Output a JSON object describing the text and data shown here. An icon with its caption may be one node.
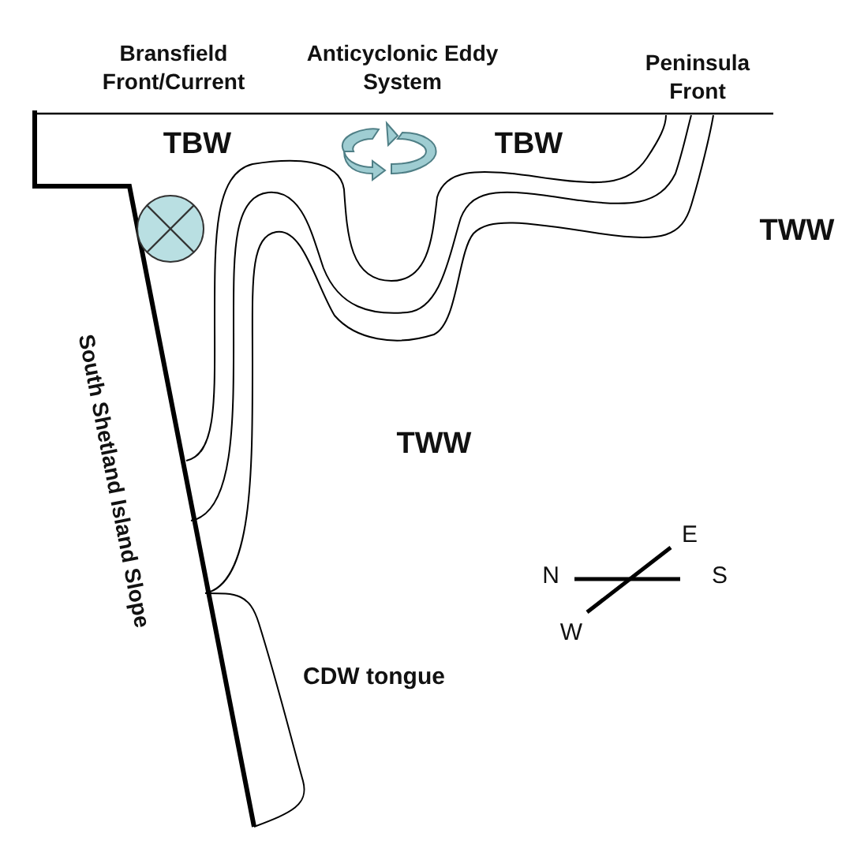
{
  "diagram": {
    "labels": [
      "Bransfield Front/Current",
      "Anticyclonic Eddy System",
      "Peninsula Front",
      "TBW",
      "TBW",
      "TWW",
      "South Shetland Island Slope",
      "TWW",
      "E",
      "N",
      "S",
      "W",
      "CDW tongue"
    ]
  }
}
